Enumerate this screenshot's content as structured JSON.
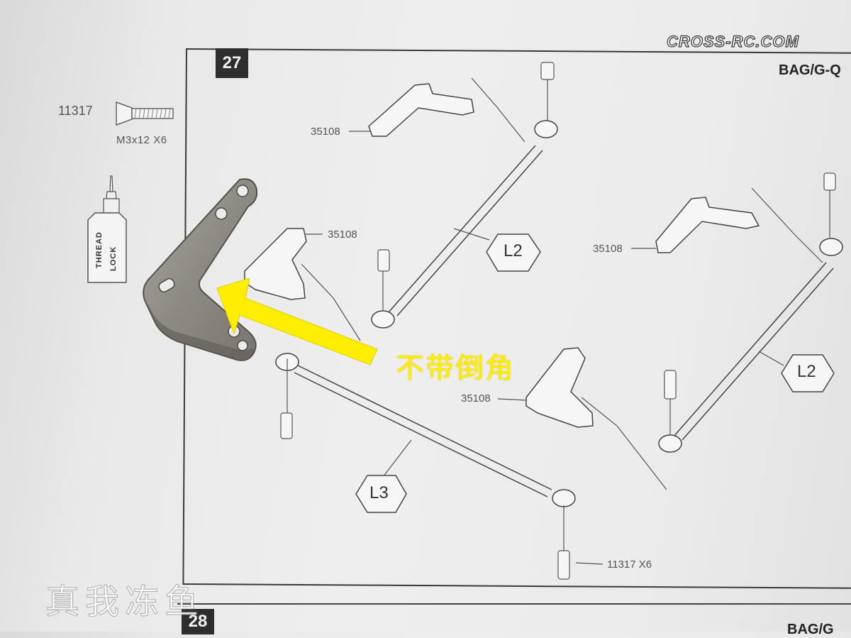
{
  "header": {
    "brand": "CROSS-RC.COM",
    "step_number": "27",
    "bag_label": "BAG/G-Q",
    "next_step_number": "28",
    "next_bag_label": "BAG/G"
  },
  "hardware": {
    "screw_part_number": "11317",
    "screw_spec": "M3x12 X6",
    "thread_lock_label_line1": "THREAD",
    "thread_lock_label_line2": "LOCK"
  },
  "diagram": {
    "part_labels": [
      "35108",
      "35108",
      "35108",
      "35108"
    ],
    "screw_callout": "11317 X6",
    "rod_labels": [
      "L2",
      "L2",
      "L3"
    ]
  },
  "annotation": {
    "note_text": "不带倒角",
    "arrow_color": "#ffee00"
  },
  "watermark": "真我冻鱼"
}
